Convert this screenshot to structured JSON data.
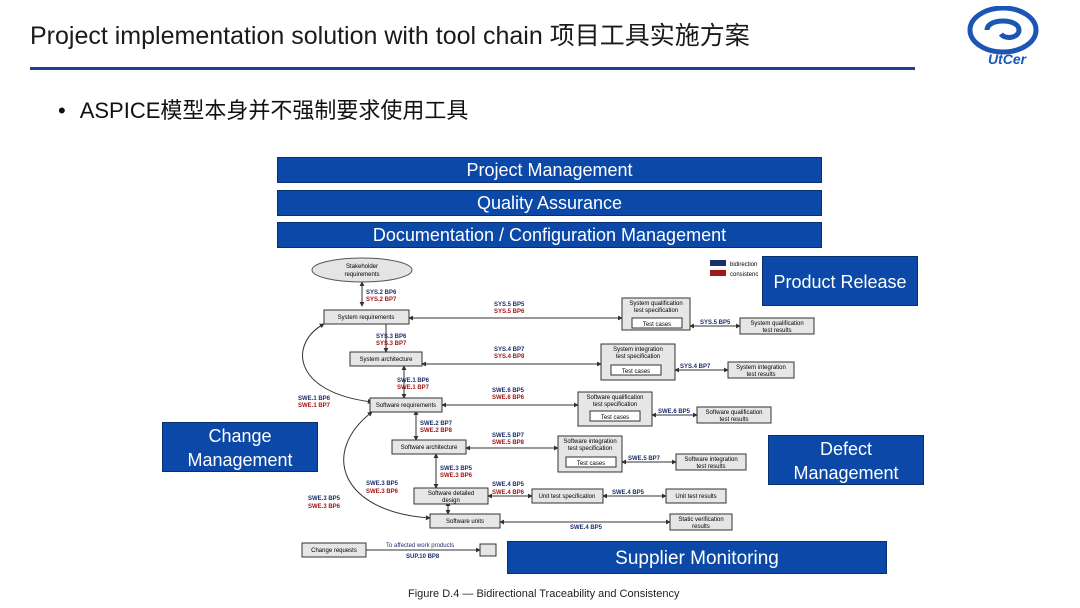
{
  "slide": {
    "title": "Project implementation solution with tool chain 项目工具实施方案",
    "bullet": "ASPICE模型本身并不强制要求使用工具",
    "logo_text": "UtCer",
    "caption": "Figure D.4 — Bidirectional Traceability and Consistency"
  },
  "bars": {
    "project_management": "Project Management",
    "quality_assurance": "Quality Assurance",
    "documentation": "Documentation / Configuration Management",
    "product_release": "Product Release",
    "change_management_1": "Change",
    "change_management_2": "Management",
    "defect_management_1": "Defect",
    "defect_management_2": "Management",
    "supplier_monitoring": "Supplier Monitoring"
  },
  "diagram": {
    "legend": {
      "bidirectional": "bidirection",
      "consistency": "consistenc"
    },
    "stakeholder_1": "Stakeholder",
    "stakeholder_2": "requirements",
    "boxes": {
      "system_requirements": "System requirements",
      "system_architecture": "System architecture",
      "software_requirements": "Software requirements",
      "software_architecture": "Software architecture",
      "software_detailed_design_1": "Software detailed",
      "software_detailed_design_2": "design",
      "software_units": "Software units",
      "change_requests": "Change requests",
      "sysqual_spec_1": "System qualification",
      "sysqual_spec_2": "test specification",
      "sysint_spec_1": "System integration",
      "sysint_spec_2": "test specification",
      "swqual_spec_1": "Software qualification",
      "swqual_spec_2": "test specification",
      "swint_spec_1": "Software integration",
      "swint_spec_2": "test specification",
      "test_cases": "Test cases",
      "sysqual_results_1": "System qualification",
      "sysqual_results_2": "test results",
      "sysint_results_1": "System integration",
      "sysint_results_2": "test results",
      "swqual_results_1": "Software qualification",
      "swqual_results_2": "test results",
      "swint_results_1": "Software integration",
      "swint_results_2": "test results",
      "unit_test_spec": "Unit test specification",
      "unit_test_results": "Unit test results",
      "static_verif_1": "Static verification",
      "static_verif_2": "results",
      "affected_work_products": "To affected work products"
    },
    "labels": {
      "sys2bp6": "SYS.2 BP6",
      "sys2bp7": "SYS.2 BP7",
      "sys3bp6": "SYS.3 BP6",
      "sys3bp7": "SYS.3 BP7",
      "swe1bp6": "SWE.1 BP6",
      "swe1bp7": "SWE.1 BP7",
      "swe2bp7": "SWE.2 BP7",
      "swe2bp8": "SWE.2 BP8",
      "swe3bp5": "SWE.3 BP5",
      "swe3bp6": "SWE.3 BP6",
      "sys5bp5": "SYS.5 BP5",
      "sys5bp6": "SYS.5 BP6",
      "sys4bp7": "SYS.4 BP7",
      "sys4bp8": "SYS.4 BP8",
      "swe6bp5": "SWE.6 BP5",
      "swe6bp6": "SWE.6 BP6",
      "swe5bp7": "SWE.5 BP7",
      "swe5bp8": "SWE.5 BP8",
      "swe4bp5": "SWE.4 BP5",
      "swe4bp6": "SWE.4 BP6",
      "sup10bp8": "SUP.10 BP8"
    }
  },
  "colors": {
    "bar_blue": "#0b48a8",
    "rule_blue": "#1f3f8f",
    "trace_blue": "#1c2f6b",
    "trace_red": "#a01818"
  }
}
